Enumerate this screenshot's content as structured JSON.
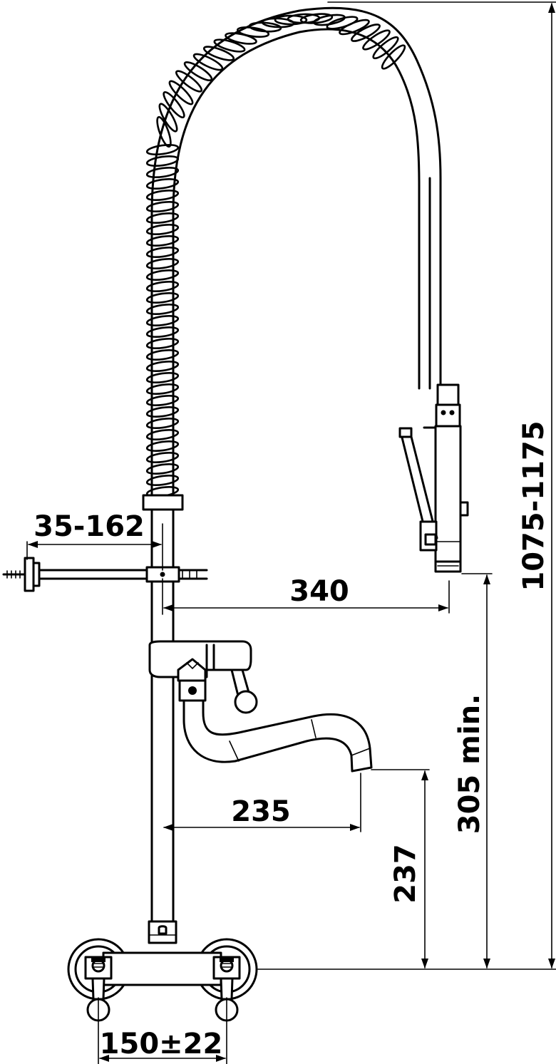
{
  "dimensions": {
    "overall_height": "1075-1175",
    "bracket_offset": "35-162",
    "spray_reach": "340",
    "spout_min_height": "305 min.",
    "spout_reach": "235",
    "spout_height": "237",
    "wall_centers": "150±22"
  }
}
